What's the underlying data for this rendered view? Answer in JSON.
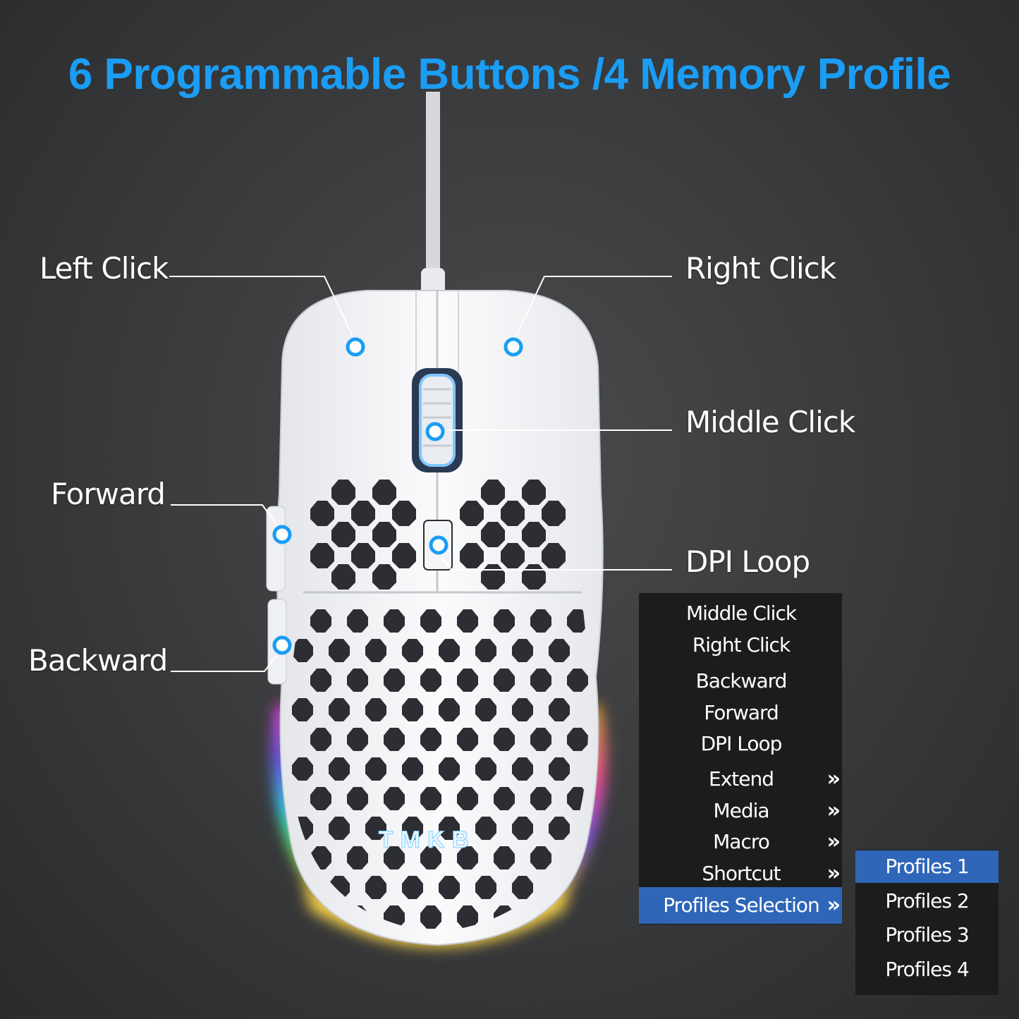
{
  "title": {
    "text": "6 Programmable Buttons /4 Memory Profile",
    "color": "#1a9df5"
  },
  "callouts": {
    "left_click": "Left Click",
    "right_click": "Right Click",
    "middle_click": "Middle Click",
    "forward": "Forward",
    "dpi_loop": "DPI Loop",
    "backward": "Backward"
  },
  "brand_logo": "TMKB",
  "menu": {
    "items": [
      {
        "label": "Middle Click",
        "has_submenu": false
      },
      {
        "label": "Right Click",
        "has_submenu": false
      },
      {
        "label": "Backward",
        "has_submenu": false
      },
      {
        "label": "Forward",
        "has_submenu": false
      },
      {
        "label": "DPI Loop",
        "has_submenu": false
      },
      {
        "label": "Extend",
        "has_submenu": true
      },
      {
        "label": "Media",
        "has_submenu": true
      },
      {
        "label": "Macro",
        "has_submenu": true
      },
      {
        "label": "Shortcut",
        "has_submenu": true
      },
      {
        "label": "Profiles Selection",
        "has_submenu": true,
        "selected": true
      }
    ],
    "chevron": "»"
  },
  "submenu": {
    "items": [
      {
        "label": "Profiles 1",
        "selected": true
      },
      {
        "label": "Profiles 2"
      },
      {
        "label": "Profiles 3"
      },
      {
        "label": "Profiles 4"
      }
    ]
  },
  "colors": {
    "accent": "#1a9df5",
    "highlight": "#2f66b8",
    "menu_bg": "#1c1c1d"
  }
}
